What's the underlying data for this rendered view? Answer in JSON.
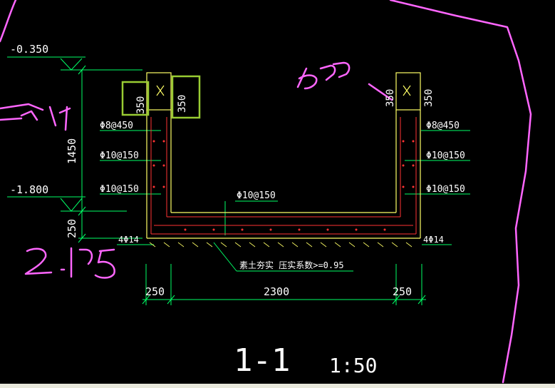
{
  "elevations": {
    "top": "-0.350",
    "mid": "-1.800"
  },
  "dims_vertical": {
    "wall": "1450",
    "slab": "250"
  },
  "wall_thickness": {
    "left_a": "350",
    "left_b": "350",
    "right_a": "350",
    "right_b": "350"
  },
  "rebar": {
    "left_top": "Φ8@450",
    "left_mid": "Φ10@150",
    "left_low": "Φ10@150",
    "right_top": "Φ8@450",
    "right_mid": "Φ10@150",
    "right_low": "Φ10@150",
    "bottom_slab": "Φ10@150",
    "corner_left": "4Φ14",
    "corner_right": "4Φ14"
  },
  "soil_note": "素土夯实 压实系数>=0.95",
  "dims_horizontal": {
    "left": "250",
    "middle": "2300",
    "right": "250"
  },
  "section": {
    "label": "1-1",
    "scale": "1:50"
  },
  "colors": {
    "background": "#000000",
    "dimension": "#00ff66",
    "concrete": "#ffff66",
    "rebar": "#ff3333",
    "markup_pink": "#ff66ff",
    "highlight_box": "#99cc33",
    "text": "#ffffff"
  }
}
